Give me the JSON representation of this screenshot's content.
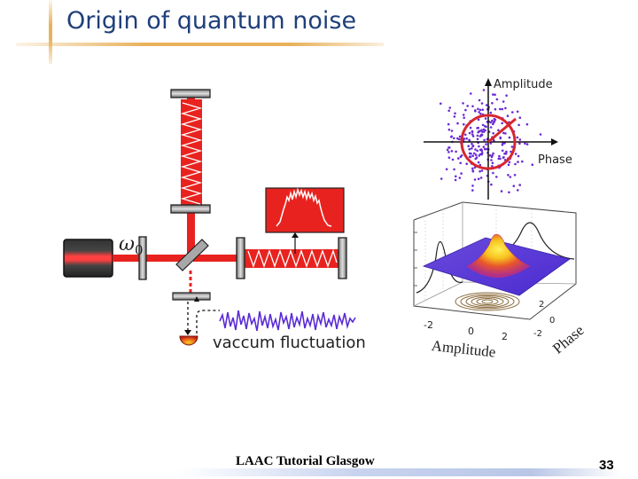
{
  "slide": {
    "title": "Origin of quantum noise",
    "footer": "LAAC Tutorial Glasgow",
    "page_number": "33"
  },
  "interferometer": {
    "laser_label": "ω",
    "laser_label_sub": "0",
    "vacuum_label": "vaccum fluctuation",
    "beam_color": "#e8231f"
  },
  "phasor_plot": {
    "y_label": "Amplitude",
    "x_label": "Phase",
    "circle_color": "#d8262e",
    "point_color": "#6a2bd6"
  },
  "wigner_plot": {
    "x_label": "Amplitude",
    "y_label": "Phase",
    "x_ticks": [
      "-2",
      "0",
      "2"
    ],
    "y_ticks": [
      "2",
      "0",
      "-2"
    ]
  }
}
